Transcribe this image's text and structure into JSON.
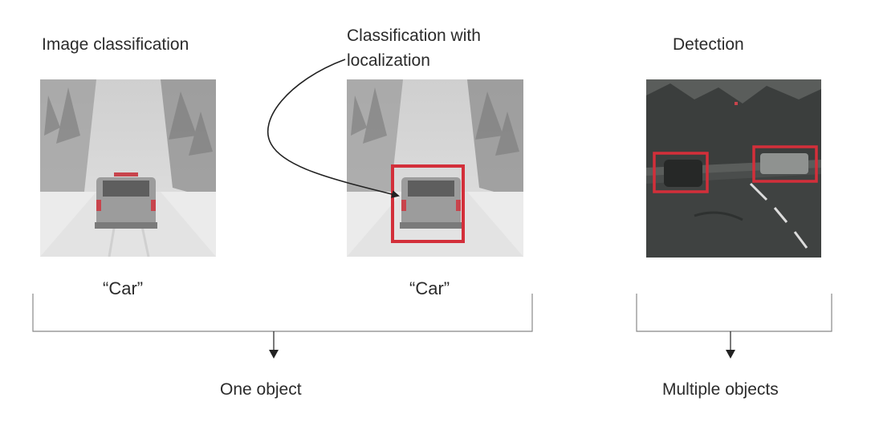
{
  "panels": {
    "image_classification": {
      "title": "Image classification",
      "caption": "“Car”"
    },
    "classification_localization": {
      "title_line1": "Classification with",
      "title_line2": "localization",
      "caption": "“Car”"
    },
    "detection": {
      "title": "Detection"
    }
  },
  "groups": {
    "one_object": "One object",
    "multiple_objects": "Multiple objects"
  },
  "colors": {
    "bounding_box": "#d32f3a",
    "text": "#2b2b2b",
    "bracket": "#888888",
    "arrow": "#222222"
  }
}
